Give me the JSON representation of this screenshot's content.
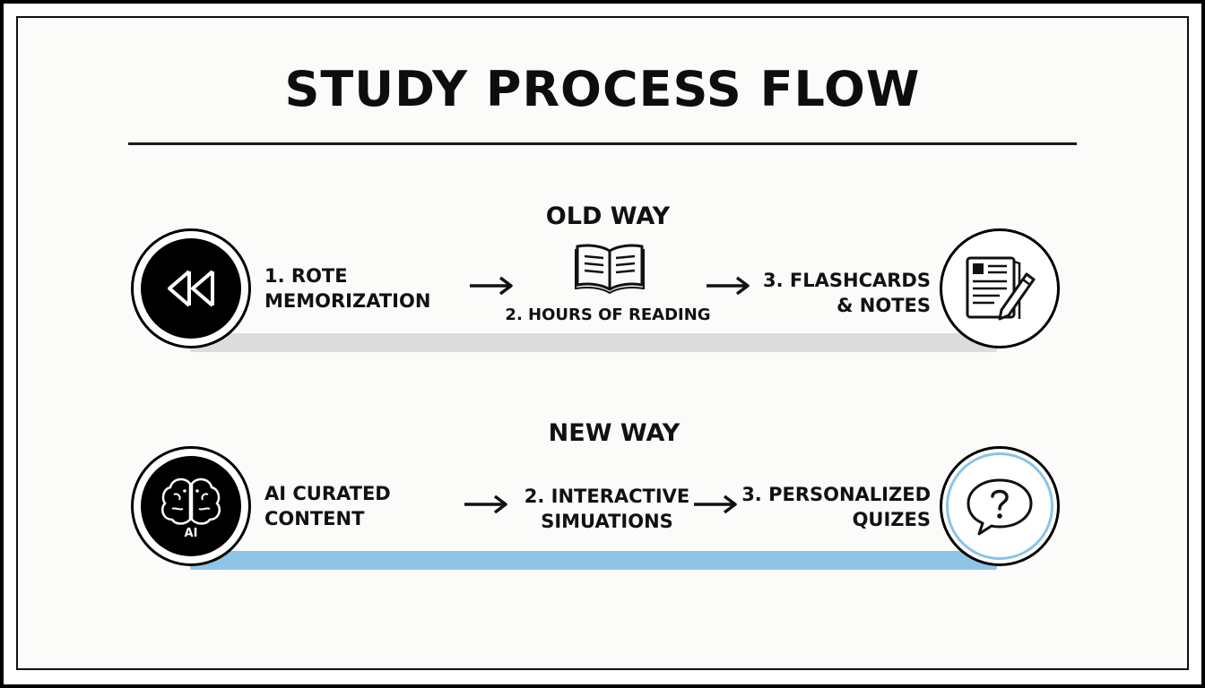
{
  "title": "STUDY PROCESS FLOW",
  "colors": {
    "frame": "#000000",
    "old_track": "#dcdcdc",
    "new_track": "#8ec4e6",
    "accent_ring": "#8cc3e6"
  },
  "old_way": {
    "label": "OLD WAY",
    "steps": [
      {
        "text": "1. ROTE\nMEMORIZATION",
        "icon": "rewind-icon"
      },
      {
        "text": "2. HOURS OF READING",
        "icon": "open-book-icon"
      },
      {
        "text": "3. FLASHCARDS\n& NOTES",
        "icon": "notes-pencil-icon"
      }
    ]
  },
  "new_way": {
    "label": "NEW WAY",
    "steps": [
      {
        "text": "AI CURATED\nCONTENT",
        "icon": "ai-brain-icon",
        "icon_text": "AI"
      },
      {
        "text": "2. INTERACTIVE\nSIMUATIONS",
        "icon": ""
      },
      {
        "text": "3. PERSONALIZED\nQUIZES",
        "icon": "question-bubble-icon"
      }
    ]
  }
}
